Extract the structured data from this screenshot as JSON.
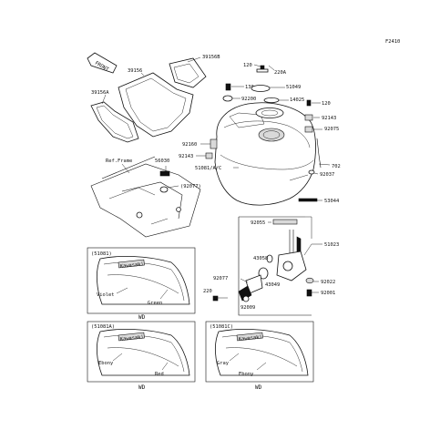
{
  "figure_code": "F2410",
  "front_label": "FRONT",
  "callouts": {
    "p39156B": "39156B",
    "p39156": "39156",
    "p39156A": "39156A",
    "p120a": "120",
    "p220A": "220A",
    "p130": "130",
    "p51049": "51049",
    "p92200": "92200",
    "p14025": "14025",
    "p120b": "120",
    "p92143a": "92143",
    "p92075": "92075",
    "p92160": "92160",
    "p92143b": "92143",
    "p51081": "51081/A/C",
    "p702": "702",
    "p92037": "92037",
    "p53044": "53044",
    "p56030": "56030",
    "p92077a": "(92077)",
    "ref_frame": "Ref.Frame",
    "p92055": "92055",
    "p51023": "51023",
    "p43058": "43058",
    "p92077b": "92077",
    "p43049": "43049",
    "p92022": "92022",
    "p92001": "92001",
    "p220": "220",
    "p92009": "92009"
  },
  "variants": {
    "a": {
      "code": "(51081)",
      "brand": "Kawasaki",
      "color1": "Violet",
      "color2": "Green",
      "note": "WD"
    },
    "b": {
      "code": "(51081A)",
      "brand": "Kawasaki",
      "color1": "Ebony",
      "color2": "Red",
      "note": "WD"
    },
    "c": {
      "code": "(51081C)",
      "brand": "Kawasaki",
      "color1": "Gray",
      "color2": "Ebony",
      "note": "WD"
    }
  }
}
